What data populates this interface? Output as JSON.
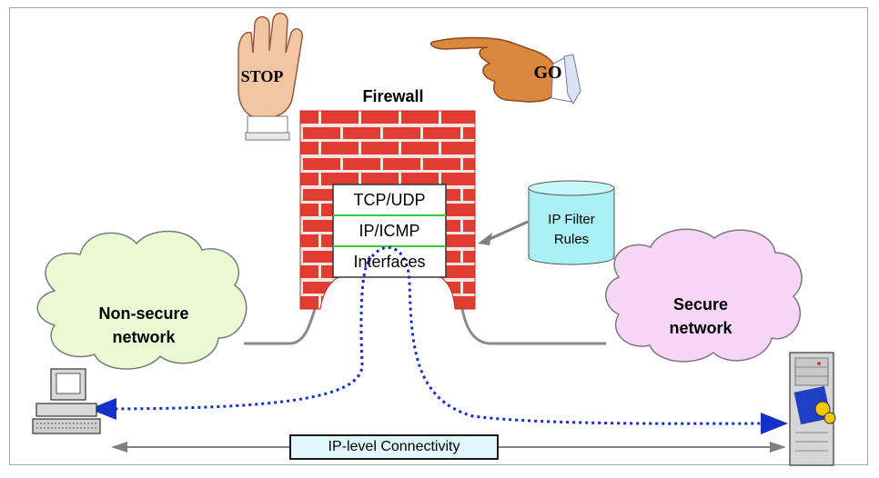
{
  "diagram": {
    "firewall_title": "Firewall",
    "stop_label": "STOP",
    "go_label": "GO",
    "protocol_layers": [
      "TCP/UDP",
      "IP/ICMP",
      "Interfaces"
    ],
    "filter_rules": {
      "line1": "IP Filter",
      "line2": "Rules"
    },
    "nonsecure_network": {
      "line1": "Non-secure",
      "line2": "network"
    },
    "secure_network": {
      "line1": "Secure",
      "line2": "network"
    },
    "connectivity_label": "IP-level Connectivity"
  },
  "colors": {
    "brick": "#e03c31",
    "mortar": "#f2e4e0",
    "green_cloud": "#eafbd4",
    "pink_cloud": "#f7d5f6",
    "cylinder": "#a8f0f4",
    "dotted_path": "#1530c8",
    "layer_divider": "#33cc33"
  }
}
